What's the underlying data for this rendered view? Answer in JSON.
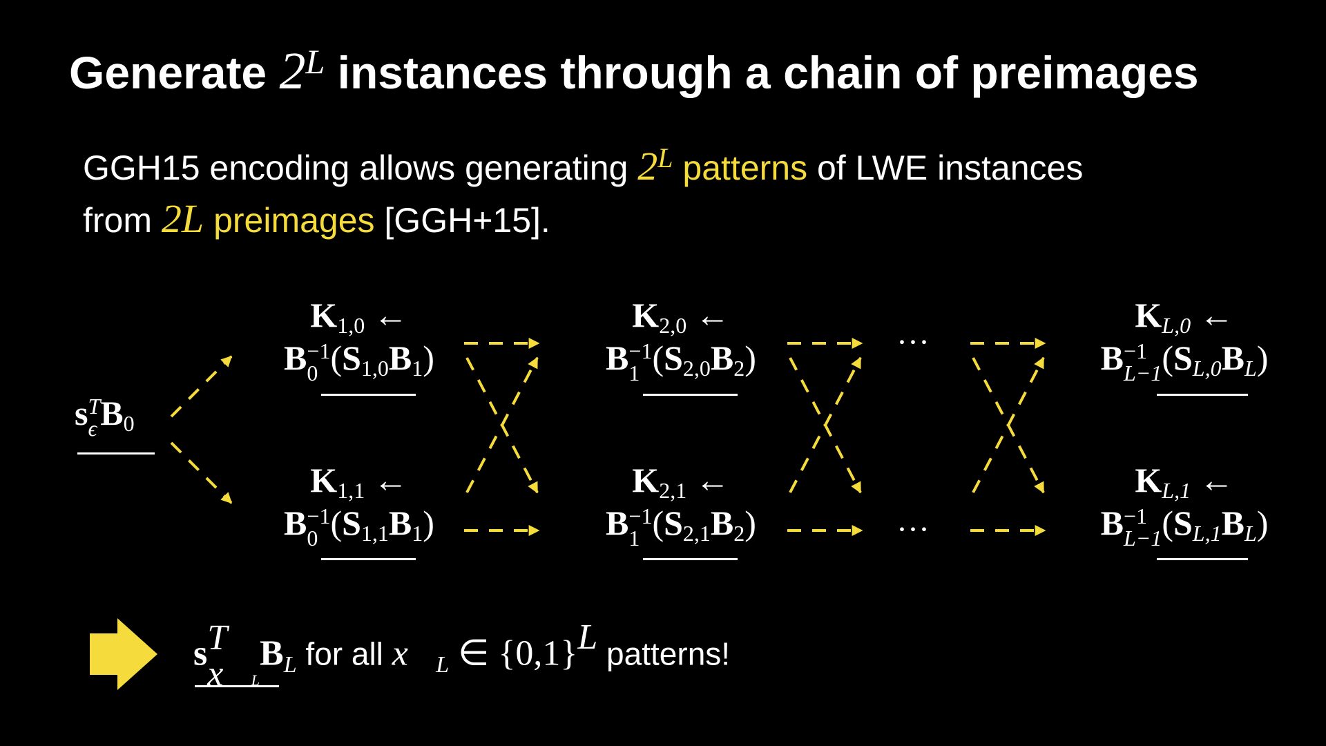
{
  "slide": {
    "title": {
      "pre": "Generate ",
      "math_base": "2",
      "math_sup": "L",
      "post": " instances through a chain of preimages"
    },
    "line1": {
      "pre": "GGH15 encoding allows generating ",
      "math_base": "2",
      "math_sup": "L",
      "highlight": " patterns",
      "post": " of LWE instances"
    },
    "line2": {
      "pre": "from ",
      "math": "2L",
      "highlight": " preimages",
      "post": " [GGH+15]."
    },
    "start_node": {
      "s": "s",
      "sup": "T",
      "sub": "ϵ",
      "B": "B",
      "B_sub": "0"
    },
    "nodes": [
      {
        "K": "K",
        "K_sub": "1,0",
        "arrow": "←",
        "B": "B",
        "B_sub": "0",
        "B_sup": "−1",
        "S": "S",
        "S_sub": "1,0",
        "B2": "B",
        "B2_sub": "1"
      },
      {
        "K": "K",
        "K_sub": "1,1",
        "arrow": "←",
        "B": "B",
        "B_sub": "0",
        "B_sup": "−1",
        "S": "S",
        "S_sub": "1,1",
        "B2": "B",
        "B2_sub": "1"
      },
      {
        "K": "K",
        "K_sub": "2,0",
        "arrow": "←",
        "B": "B",
        "B_sub": "1",
        "B_sup": "−1",
        "S": "S",
        "S_sub": "2,0",
        "B2": "B",
        "B2_sub": "2"
      },
      {
        "K": "K",
        "K_sub": "2,1",
        "arrow": "←",
        "B": "B",
        "B_sub": "1",
        "B_sup": "−1",
        "S": "S",
        "S_sub": "2,1",
        "B2": "B",
        "B2_sub": "2"
      },
      {
        "K": "K",
        "K_sub": "L,0",
        "arrow": "←",
        "B": "B",
        "B_sub": "L−1",
        "B_sup": "−1",
        "S": "S",
        "S_sub": "L,0",
        "B2": "B",
        "B2_sub": "L"
      },
      {
        "K": "K",
        "K_sub": "L,1",
        "arrow": "←",
        "B": "B",
        "B_sub": "L−1",
        "B_sup": "−1",
        "S": "S",
        "S_sub": "L,1",
        "B2": "B",
        "B2_sub": "L"
      }
    ],
    "ellipsis": "···",
    "conclusion": {
      "s": "s",
      "s_sup": "T",
      "s_sub": "x⃗",
      "s_subsub": "L",
      "B": "B",
      "B_sub": "L",
      "text1": " for all ",
      "x": "x⃗",
      "x_sub": "L",
      "in": " ∈ ",
      "set": "{0,1}",
      "set_sup": "L",
      "text2": " patterns!"
    },
    "colors": {
      "accent": "#f5dc3c",
      "background": "#000000",
      "text": "#ffffff"
    },
    "icons": [
      "right-arrow-icon"
    ]
  }
}
